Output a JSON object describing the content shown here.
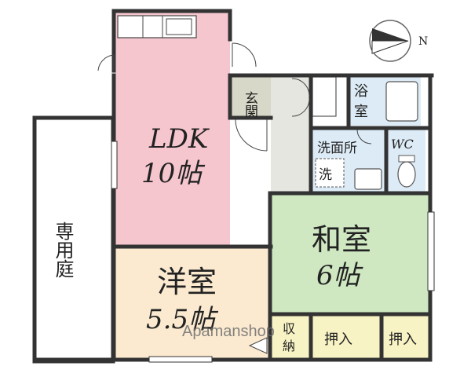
{
  "rooms": {
    "ldk": {
      "name": "LDK",
      "size": "10帖",
      "color": "#f6c6cf"
    },
    "western": {
      "name": "洋室",
      "size": "5.5帖",
      "color": "#fbead0"
    },
    "japanese": {
      "name": "和室",
      "size": "6帖",
      "color": "#cfe8c2"
    },
    "garden": {
      "name": "専用庭"
    },
    "entrance": {
      "name": "玄関",
      "color": "#d8d8c8"
    },
    "bath": {
      "name": "浴室",
      "color": "#dcebf6"
    },
    "washroom": {
      "name": "洗面所",
      "color": "#dcebf6"
    },
    "washer": {
      "name": "洗"
    },
    "toilet": {
      "name": "WC",
      "color": "#dcebf6"
    },
    "storage": {
      "name": "収納",
      "color": "#f8f3c4"
    },
    "closet1": {
      "name": "押入",
      "color": "#f8f3c4"
    },
    "closet2": {
      "name": "押入",
      "color": "#f8f3c4"
    }
  },
  "compass": {
    "label": "N"
  },
  "watermark": {
    "text": "Apamanshop"
  }
}
